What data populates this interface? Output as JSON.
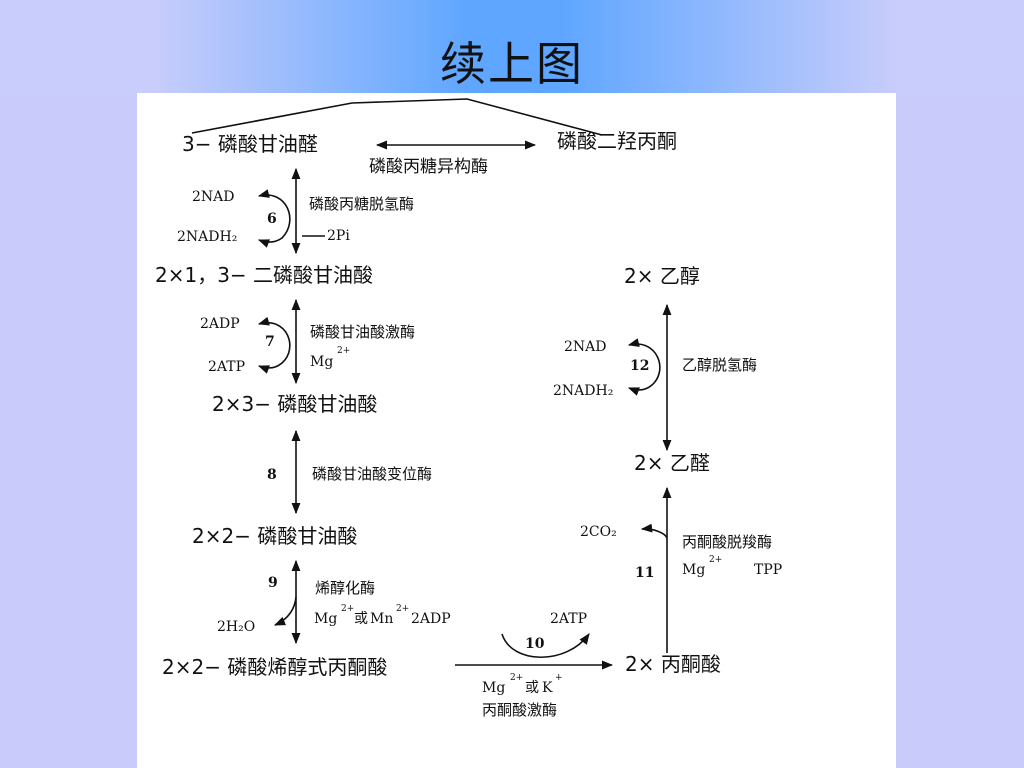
{
  "title": "续上图",
  "diagram": {
    "top_left_compound": "3− 磷酸甘油醛",
    "top_right_compound": "磷酸二羟丙酮",
    "isomerase": "磷酸丙糖异构酶",
    "step6": {
      "number": "6",
      "cofactor_in": "2NAD",
      "cofactor_out": "2NADH₂",
      "enzyme": "磷酸丙糖脱氢酶",
      "extra": "2Pi"
    },
    "compound_13bpg": "2×1，3− 二磷酸甘油酸",
    "step7": {
      "number": "7",
      "cofactor_in": "2ADP",
      "cofactor_out": "2ATP",
      "enzyme": "磷酸甘油酸激酶",
      "metal": "Mg",
      "metal_charge": "2+"
    },
    "compound_3pg": "2×3− 磷酸甘油酸",
    "step8": {
      "number": "8",
      "enzyme": "磷酸甘油酸变位酶"
    },
    "compound_2pg": "2×2− 磷酸甘油酸",
    "step9": {
      "number": "9",
      "product": "2H₂O",
      "enzyme": "烯醇化酶",
      "metals": "Mg²⁺ 或 Mn²⁺",
      "metal_a": "Mg",
      "metal_a_charge": "2+",
      "or_text": "或",
      "metal_b": "Mn",
      "metal_b_charge": "2+",
      "extra": "2ADP"
    },
    "compound_pep": "2×2− 磷酸烯醇式丙酮酸",
    "step10": {
      "number": "10",
      "product": "2ATP",
      "metal_a": "Mg",
      "metal_a_charge": "2+",
      "or_text": "或",
      "metal_b": "K",
      "metal_b_charge": "+",
      "enzyme": "丙酮酸激酶"
    },
    "compound_pyruvate": "2× 丙酮酸",
    "step11": {
      "number": "11",
      "product": "2CO₂",
      "enzyme": "丙酮酸脱羧酶",
      "metal": "Mg",
      "metal_charge": "2+",
      "extra": "TPP"
    },
    "compound_acetaldehyde": "2× 乙醛",
    "step12": {
      "number": "12",
      "cofactor_in": "2NAD",
      "cofactor_out": "2NADH₂",
      "enzyme": "乙醇脱氢酶"
    },
    "compound_ethanol": "2× 乙醇"
  }
}
